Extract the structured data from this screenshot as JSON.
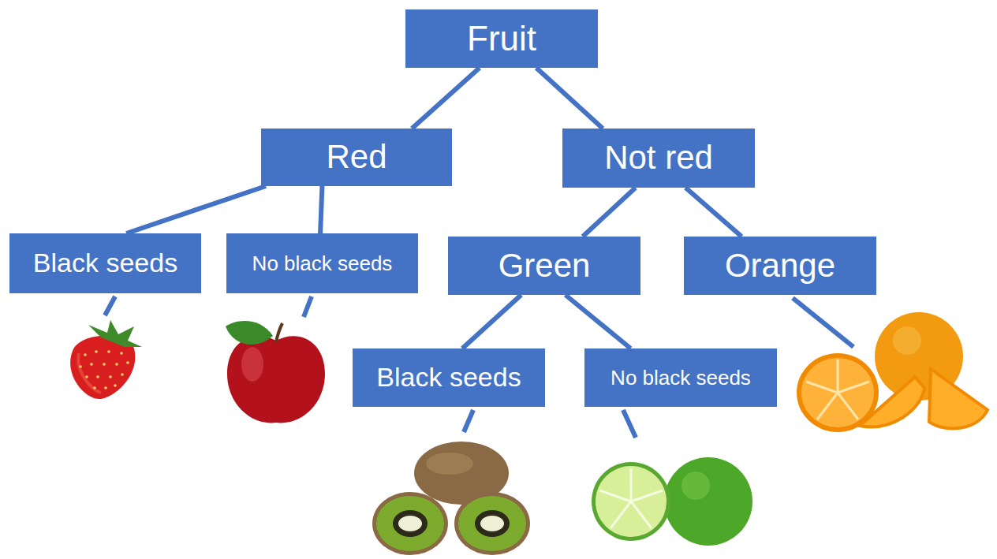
{
  "diagram": {
    "nodes": [
      {
        "text": [
          "Fruit"
        ]
      },
      {
        "text": [
          "Red"
        ]
      },
      {
        "text": [
          "Not red"
        ]
      },
      {
        "text": [
          "Black seeds"
        ]
      },
      {
        "text": [
          "No black seeds"
        ]
      },
      {
        "text": [
          "Green"
        ]
      },
      {
        "text": [
          "Orange"
        ]
      },
      {
        "text": [
          "Black seeds"
        ]
      },
      {
        "text": [
          "No black seeds"
        ]
      }
    ],
    "edges": [
      {
        "from": 0,
        "to": 1,
        "arrow": "none"
      },
      {
        "from": 0,
        "to": 2,
        "arrow": "none"
      },
      {
        "from": 1,
        "to": 3,
        "arrow": "none"
      },
      {
        "from": 1,
        "to": 4,
        "arrow": "none"
      },
      {
        "from": 2,
        "to": 5,
        "arrow": "none"
      },
      {
        "from": 2,
        "to": 6,
        "arrow": "none"
      },
      {
        "from": 5,
        "to": 7,
        "arrow": "none"
      },
      {
        "from": 5,
        "to": 8,
        "arrow": "none"
      }
    ]
  }
}
